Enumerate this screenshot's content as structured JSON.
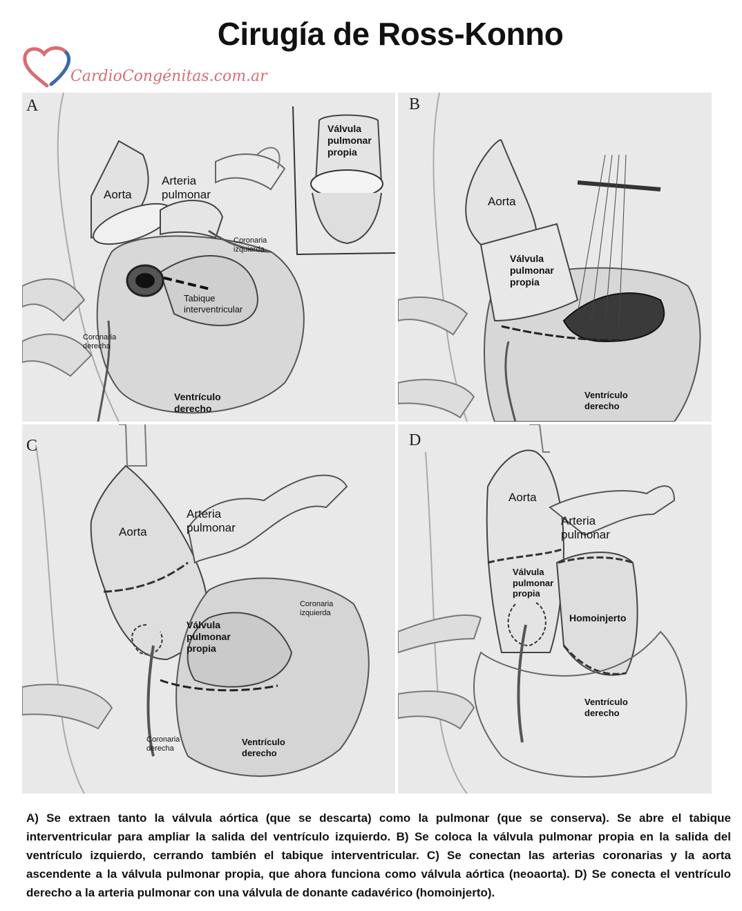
{
  "title": "Cirugía de Ross-Konno",
  "logo": {
    "text": "CardioCongénitas.com.ar",
    "color": "#d86d72",
    "accent": "#3b6aa8"
  },
  "panels": {
    "A": {
      "letter": "A",
      "labels": {
        "aorta": "Aorta",
        "arteria_pulmonar": "Arteria\npulmonar",
        "valvula_pulmonar_propia": "Válvula\npulmonar\npropia",
        "coronaria_izquierda": "Coronaria\nizquierda",
        "tabique": "Tabique\ninterventricular",
        "coronaria_derecha": "Coronaria\nderecha",
        "ventriculo_derecho": "Ventrículo\nderecho"
      }
    },
    "B": {
      "letter": "B",
      "labels": {
        "aorta": "Aorta",
        "valvula_pulmonar_propia": "Válvula\npulmonar\npropia",
        "ventriculo_derecho": "Ventrículo\nderecho"
      }
    },
    "C": {
      "letter": "C",
      "labels": {
        "aorta": "Aorta",
        "arteria_pulmonar": "Arteria\npulmonar",
        "coronaria_izquierda": "Coronaria\nizquierda",
        "valvula_pulmonar_propia": "Válvula\npulmonar\npropia",
        "coronaria_derecha": "Coronaria\nderecha",
        "ventriculo_derecho": "Ventrículo\nderecho"
      }
    },
    "D": {
      "letter": "D",
      "labels": {
        "aorta": "Aorta",
        "arteria_pulmonar": "Arteria\npulmonar",
        "valvula_pulmonar_propia": "Válvula\npulmonar\npropia",
        "homoinjerto": "Homoinjerto",
        "ventriculo_derecho": "Ventrículo\nderecho"
      }
    }
  },
  "caption": "A) Se extraen tanto la válvula aórtica (que se descarta) como la pulmonar (que se conserva). Se abre el tabique interventricular para ampliar la salida del ventrículo izquierdo. B) Se coloca la válvula pulmonar propia en la salida del ventrículo izquierdo, cerrando también el tabique interventricular. C) Se conectan las arterias coronarias y la aorta ascendente a la válvula pulmonar propia, que ahora funciona como válvula aórtica (neoaorta). D) Se conecta el ventrículo derecho a la arteria pulmonar con una válvula de donante cadavérico (homoinjerto)."
}
